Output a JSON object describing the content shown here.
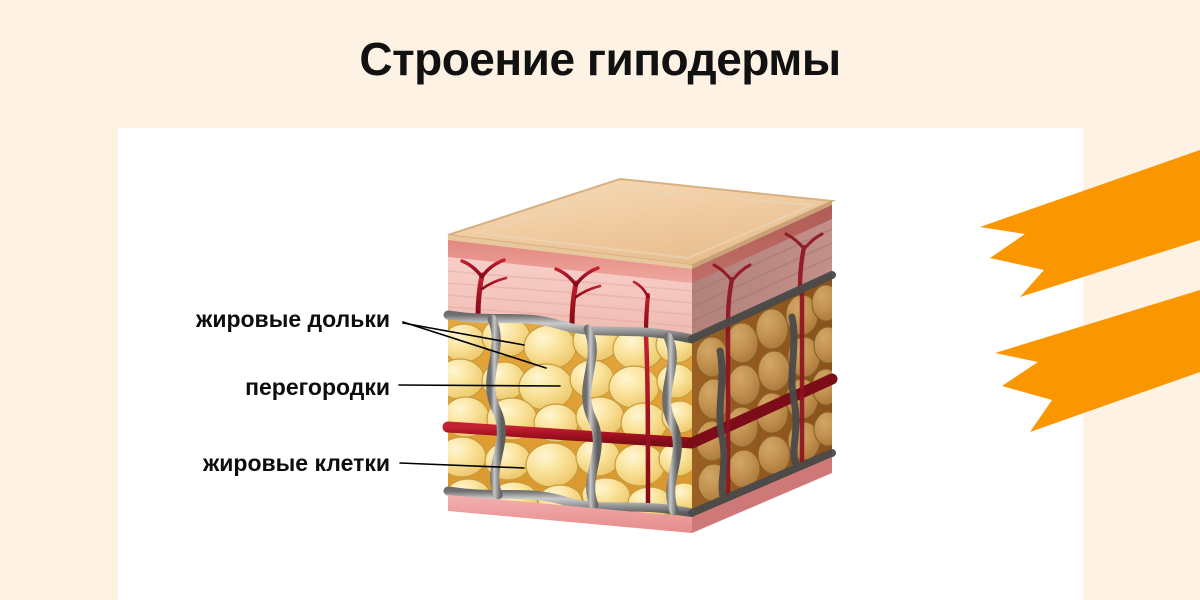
{
  "slide": {
    "title": "Строение гиподермы",
    "background_color": "#FDF2E3",
    "card_color": "#FFFFFF",
    "accent_color": "#FA9600",
    "title_color": "#111111"
  },
  "labels": [
    {
      "id": "fat-lobules",
      "text": "жировые дольки",
      "leader_count": 2
    },
    {
      "id": "septa",
      "text": "перегородки",
      "leader_count": 1
    },
    {
      "id": "fat-cells",
      "text": "жировые клетки",
      "leader_count": 1
    }
  ],
  "illustration": {
    "name": "hypodermis-3d-block-diagram",
    "layers": [
      {
        "name": "epidermis-top-surface",
        "color": "#EFC79B"
      },
      {
        "name": "epidermis-band",
        "color": "#E8897F"
      },
      {
        "name": "dermis",
        "color": "#F2C2BC"
      },
      {
        "name": "fascia-septa",
        "color": "#8D8D8D"
      },
      {
        "name": "hypodermis-fat",
        "color": "#E3A game"
      },
      {
        "name": "blood-vessel",
        "color": "#B01424"
      },
      {
        "name": "muscle-base",
        "color": "#EE9C9C"
      }
    ]
  },
  "decorations": [
    {
      "name": "orange-ribbon-upper",
      "color": "#FA9600"
    },
    {
      "name": "orange-ribbon-lower",
      "color": "#FA9600"
    }
  ]
}
